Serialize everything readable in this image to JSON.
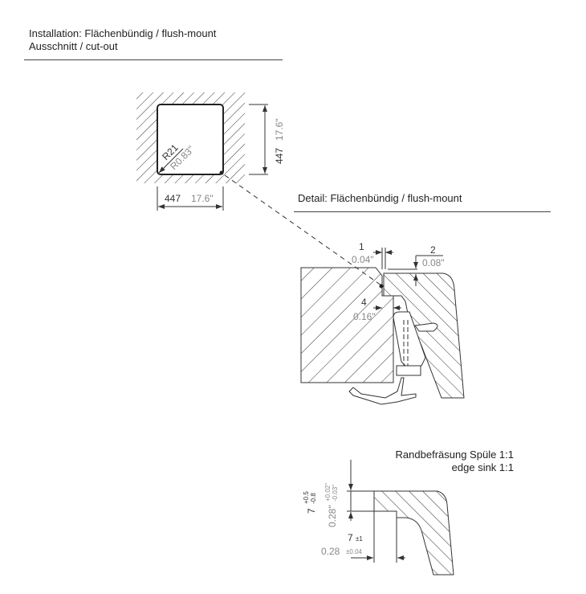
{
  "installation": {
    "title_line1": "Installation: Flächenbündig / flush-mount",
    "title_line2": "Ausschnitt / cut-out"
  },
  "cutout": {
    "width_mm": "447",
    "width_in": "17.6\"",
    "height_mm": "447",
    "height_in": "17.6\"",
    "radius_mm": "R21",
    "radius_in": "R0.83\""
  },
  "detail": {
    "title": "Detail: Flächenbündig / flush-mount",
    "dim1_mm": "1",
    "dim1_in": "0.04\"",
    "dim2_mm": "2",
    "dim2_in": "0.08\"",
    "dim4_mm": "4",
    "dim4_in": "0.16\""
  },
  "edge": {
    "title_line1": "Randbefräsung Spüle 1:1",
    "title_line2": "edge sink 1:1",
    "depth_mm": "7",
    "depth_mm_tol_plus": "+0.5",
    "depth_mm_tol_minus": "-0.8",
    "depth_in": "0.28\"",
    "depth_in_tol_plus": "+0.02\"",
    "depth_in_tol_minus": "-0.03\"",
    "width_mm": "7",
    "width_mm_tol": "±1",
    "width_in": "0.28",
    "width_in_tol": "±0.04"
  },
  "colors": {
    "line": "#333333",
    "imperial_text": "#888888"
  }
}
